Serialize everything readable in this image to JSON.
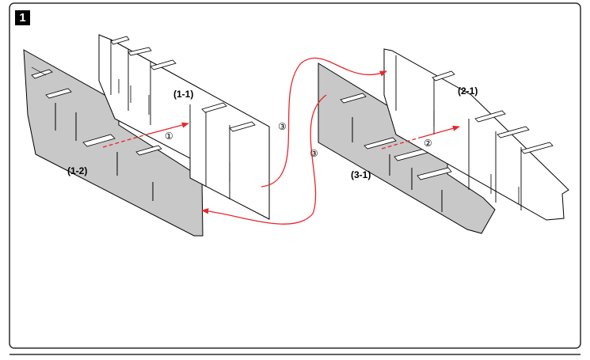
{
  "step": {
    "number": "1"
  },
  "parts": {
    "p11": "(1-1)",
    "p12": "(1-2)",
    "p21": "(2-1)",
    "p31": "(3-1)"
  },
  "steps": {
    "s1": "①",
    "s2": "②",
    "s3a": "③",
    "s3b": "③"
  },
  "colors": {
    "frame": "#2b2b2b",
    "panel_white": "#ffffff",
    "panel_grey": "#c8c8c8",
    "line": "#000000",
    "arrow": "#e8262b"
  }
}
